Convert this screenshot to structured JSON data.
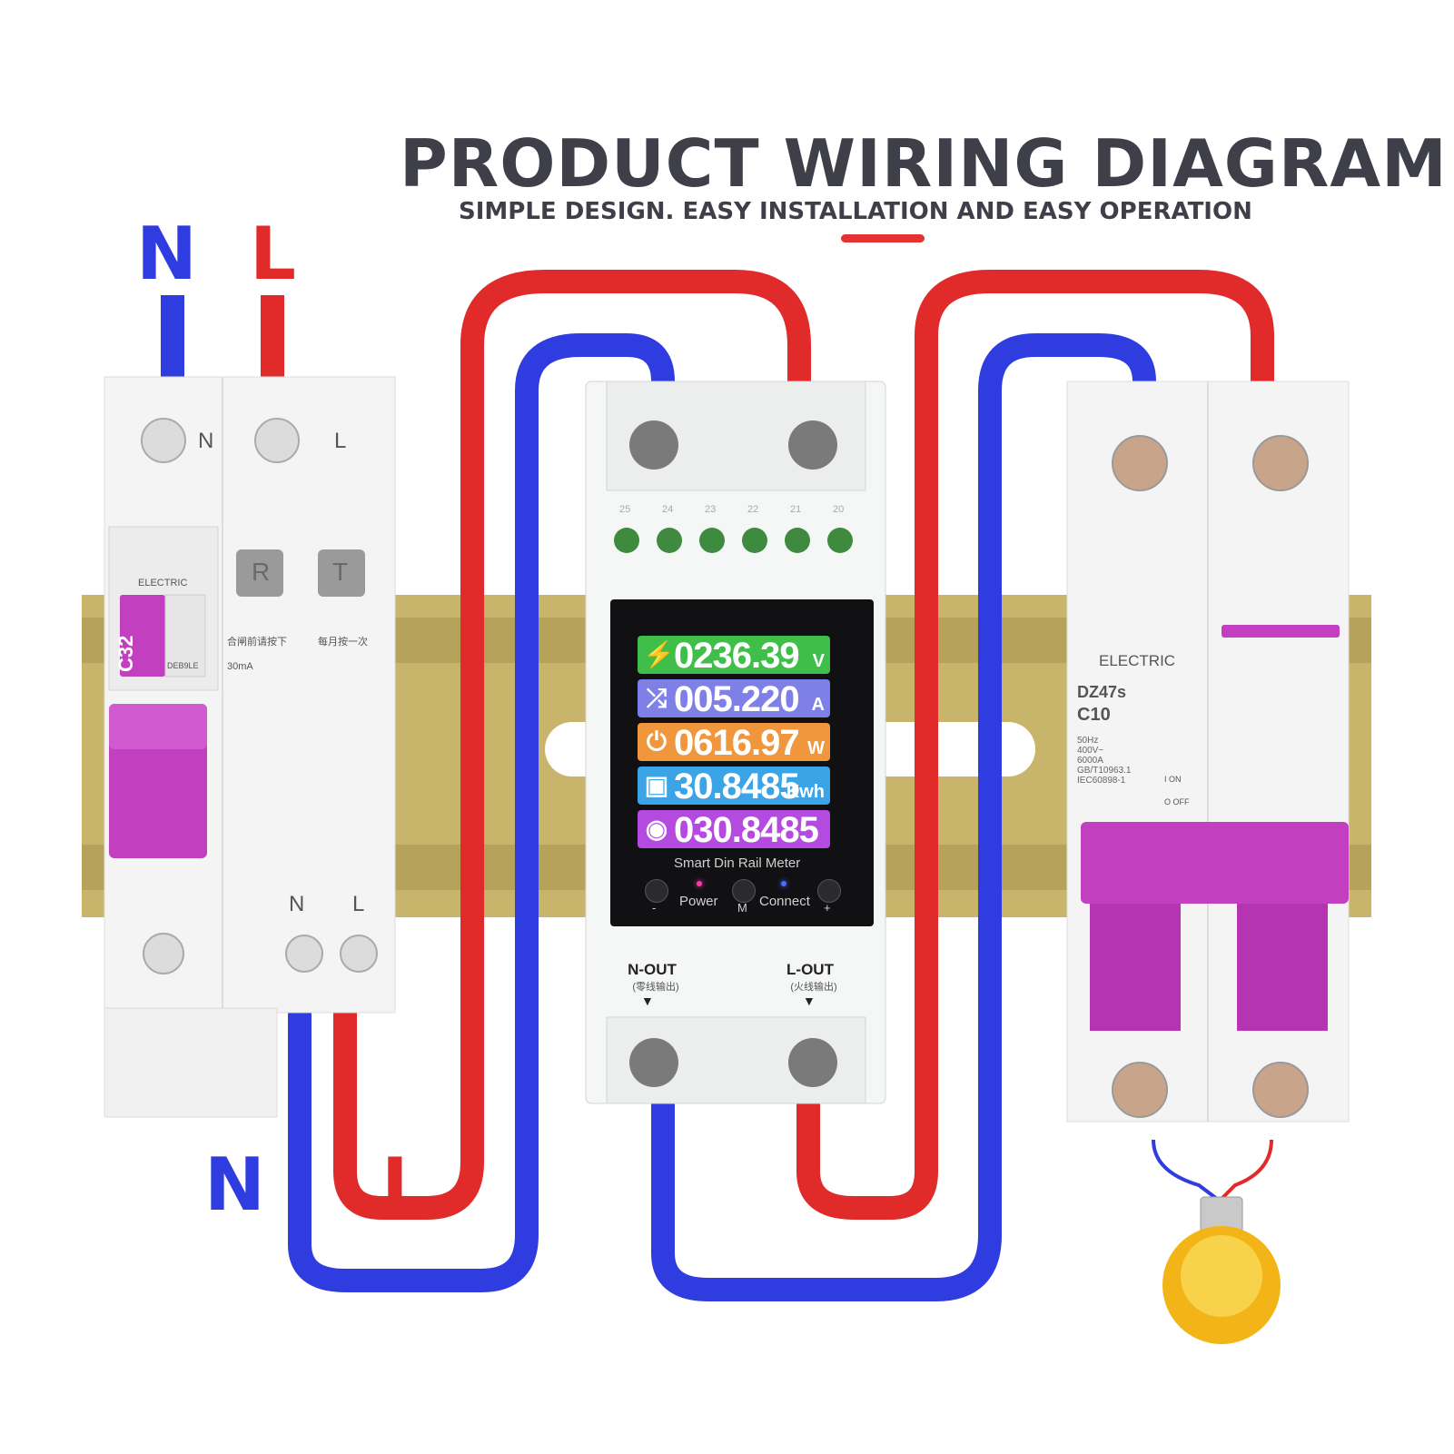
{
  "header": {
    "title": "PRODUCT WIRING DIAGRAM",
    "subtitle": "SIMPLE DESIGN. EASY INSTALLATION AND EASY OPERATION"
  },
  "colors": {
    "live": "#e12a2a",
    "neutral": "#2f3ce0",
    "accent": "#e53333",
    "breaker_handle": "#c23fc0",
    "din_rail": "#c8b46a"
  },
  "labels": {
    "top_n": "N",
    "top_l": "L",
    "bottom_n": "N",
    "bottom_l": "L"
  },
  "rcbo": {
    "brand": "ELECTRIC",
    "rating": "C32",
    "model": "DEB9LE",
    "btn_r": "R",
    "btn_t": "T",
    "note_r": "合闸前请按下",
    "note_t": "每月按一次",
    "leak": "30mA",
    "term_n": "N",
    "term_l": "L",
    "term_n2": "N",
    "term_l2": "L"
  },
  "meter": {
    "terminal_numbers": [
      "25",
      "24",
      "23",
      "22",
      "21",
      "20"
    ],
    "rows": [
      {
        "icon": "lightning-icon",
        "glyph": "⚡",
        "value": "0236.39",
        "unit": "V",
        "color": "#3fbf4a"
      },
      {
        "icon": "shuffle-icon",
        "glyph": "⤮",
        "value": "005.220",
        "unit": "A",
        "color": "#7f7fe8"
      },
      {
        "icon": "power-icon",
        "glyph": "⏻",
        "value": "0616.97",
        "unit": "W",
        "color": "#f0963c"
      },
      {
        "icon": "energy-icon",
        "glyph": "▣",
        "value": "30.8485",
        "unit": "Kwh",
        "color": "#3aa4e6"
      },
      {
        "icon": "money-icon",
        "glyph": "◉",
        "value": "030.8485",
        "unit": "",
        "color": "#b44ae0"
      }
    ],
    "label": "Smart Din Rail Meter",
    "power": "Power",
    "connect": "Connect",
    "minus": "-",
    "mode": "M",
    "plus": "+",
    "n_out": "N-OUT",
    "n_out_cn": "(零线输出)",
    "l_out": "L-OUT",
    "l_out_cn": "(火线输出)"
  },
  "mcb": {
    "brand": "ELECTRIC",
    "model": "DZ47s",
    "rating": "C10",
    "spec": [
      "50Hz",
      "400V~",
      "6000A",
      "GB/T10963.1",
      "IEC60898-1"
    ],
    "on": "I ON",
    "off": "O OFF"
  }
}
